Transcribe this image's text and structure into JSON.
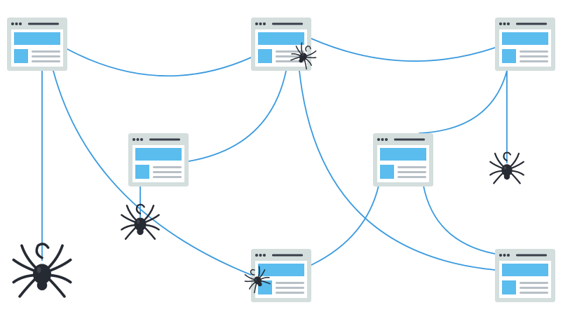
{
  "colors": {
    "link": "#3a9ade",
    "card_frame": "#d3dedd",
    "card_body": "#ffffff",
    "card_dots": "#3a3f4a",
    "card_titlebar": "#3a3f4a",
    "hero_block": "#5bbcee",
    "thumb_block": "#5bbcee",
    "text_line": "#b7c0c6",
    "spider": "#262a33",
    "background": "#ffffff"
  },
  "pages": [
    {
      "id": "page-1"
    },
    {
      "id": "page-2"
    },
    {
      "id": "page-3"
    },
    {
      "id": "page-4"
    },
    {
      "id": "page-5"
    },
    {
      "id": "page-6"
    },
    {
      "id": "page-7"
    }
  ],
  "links": [
    {
      "from": "page-1",
      "to": "page-2"
    },
    {
      "from": "page-2",
      "to": "page-3"
    },
    {
      "from": "page-2",
      "to": "page-4"
    },
    {
      "from": "page-1",
      "to": "page-6"
    },
    {
      "from": "page-2",
      "to": "page-7"
    },
    {
      "from": "page-3",
      "to": "page-5"
    },
    {
      "from": "page-5",
      "to": "page-6"
    },
    {
      "from": "page-5",
      "to": "page-7"
    }
  ],
  "spiders": [
    {
      "id": "spider-large-hanging",
      "icon": "spider-icon"
    },
    {
      "id": "spider-medium-hanging",
      "icon": "spider-icon"
    },
    {
      "id": "spider-right-hanging",
      "icon": "spider-icon"
    },
    {
      "id": "spider-small-top",
      "icon": "spider-icon"
    },
    {
      "id": "spider-small-bottom",
      "icon": "spider-icon"
    }
  ]
}
